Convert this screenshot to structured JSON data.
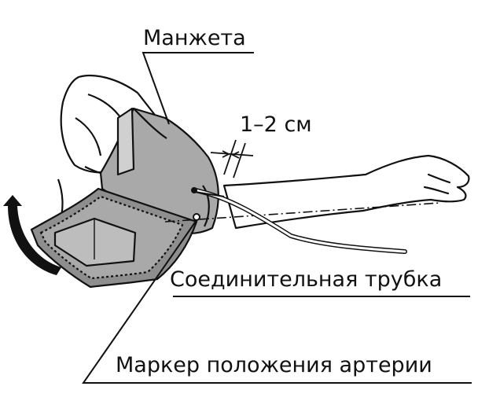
{
  "diagram": {
    "labels": {
      "cuff": "Манжета",
      "distance": "1–2 см",
      "tube": "Соединительная трубка",
      "marker": "Маркер положения артерии"
    },
    "colors": {
      "line": "#111111",
      "cuff_fill": "#a9a9a9",
      "cuff_dark": "#8e8e8e",
      "panel_fill": "#bdbdbd",
      "arrow": "#111111",
      "background": "#ffffff"
    }
  }
}
